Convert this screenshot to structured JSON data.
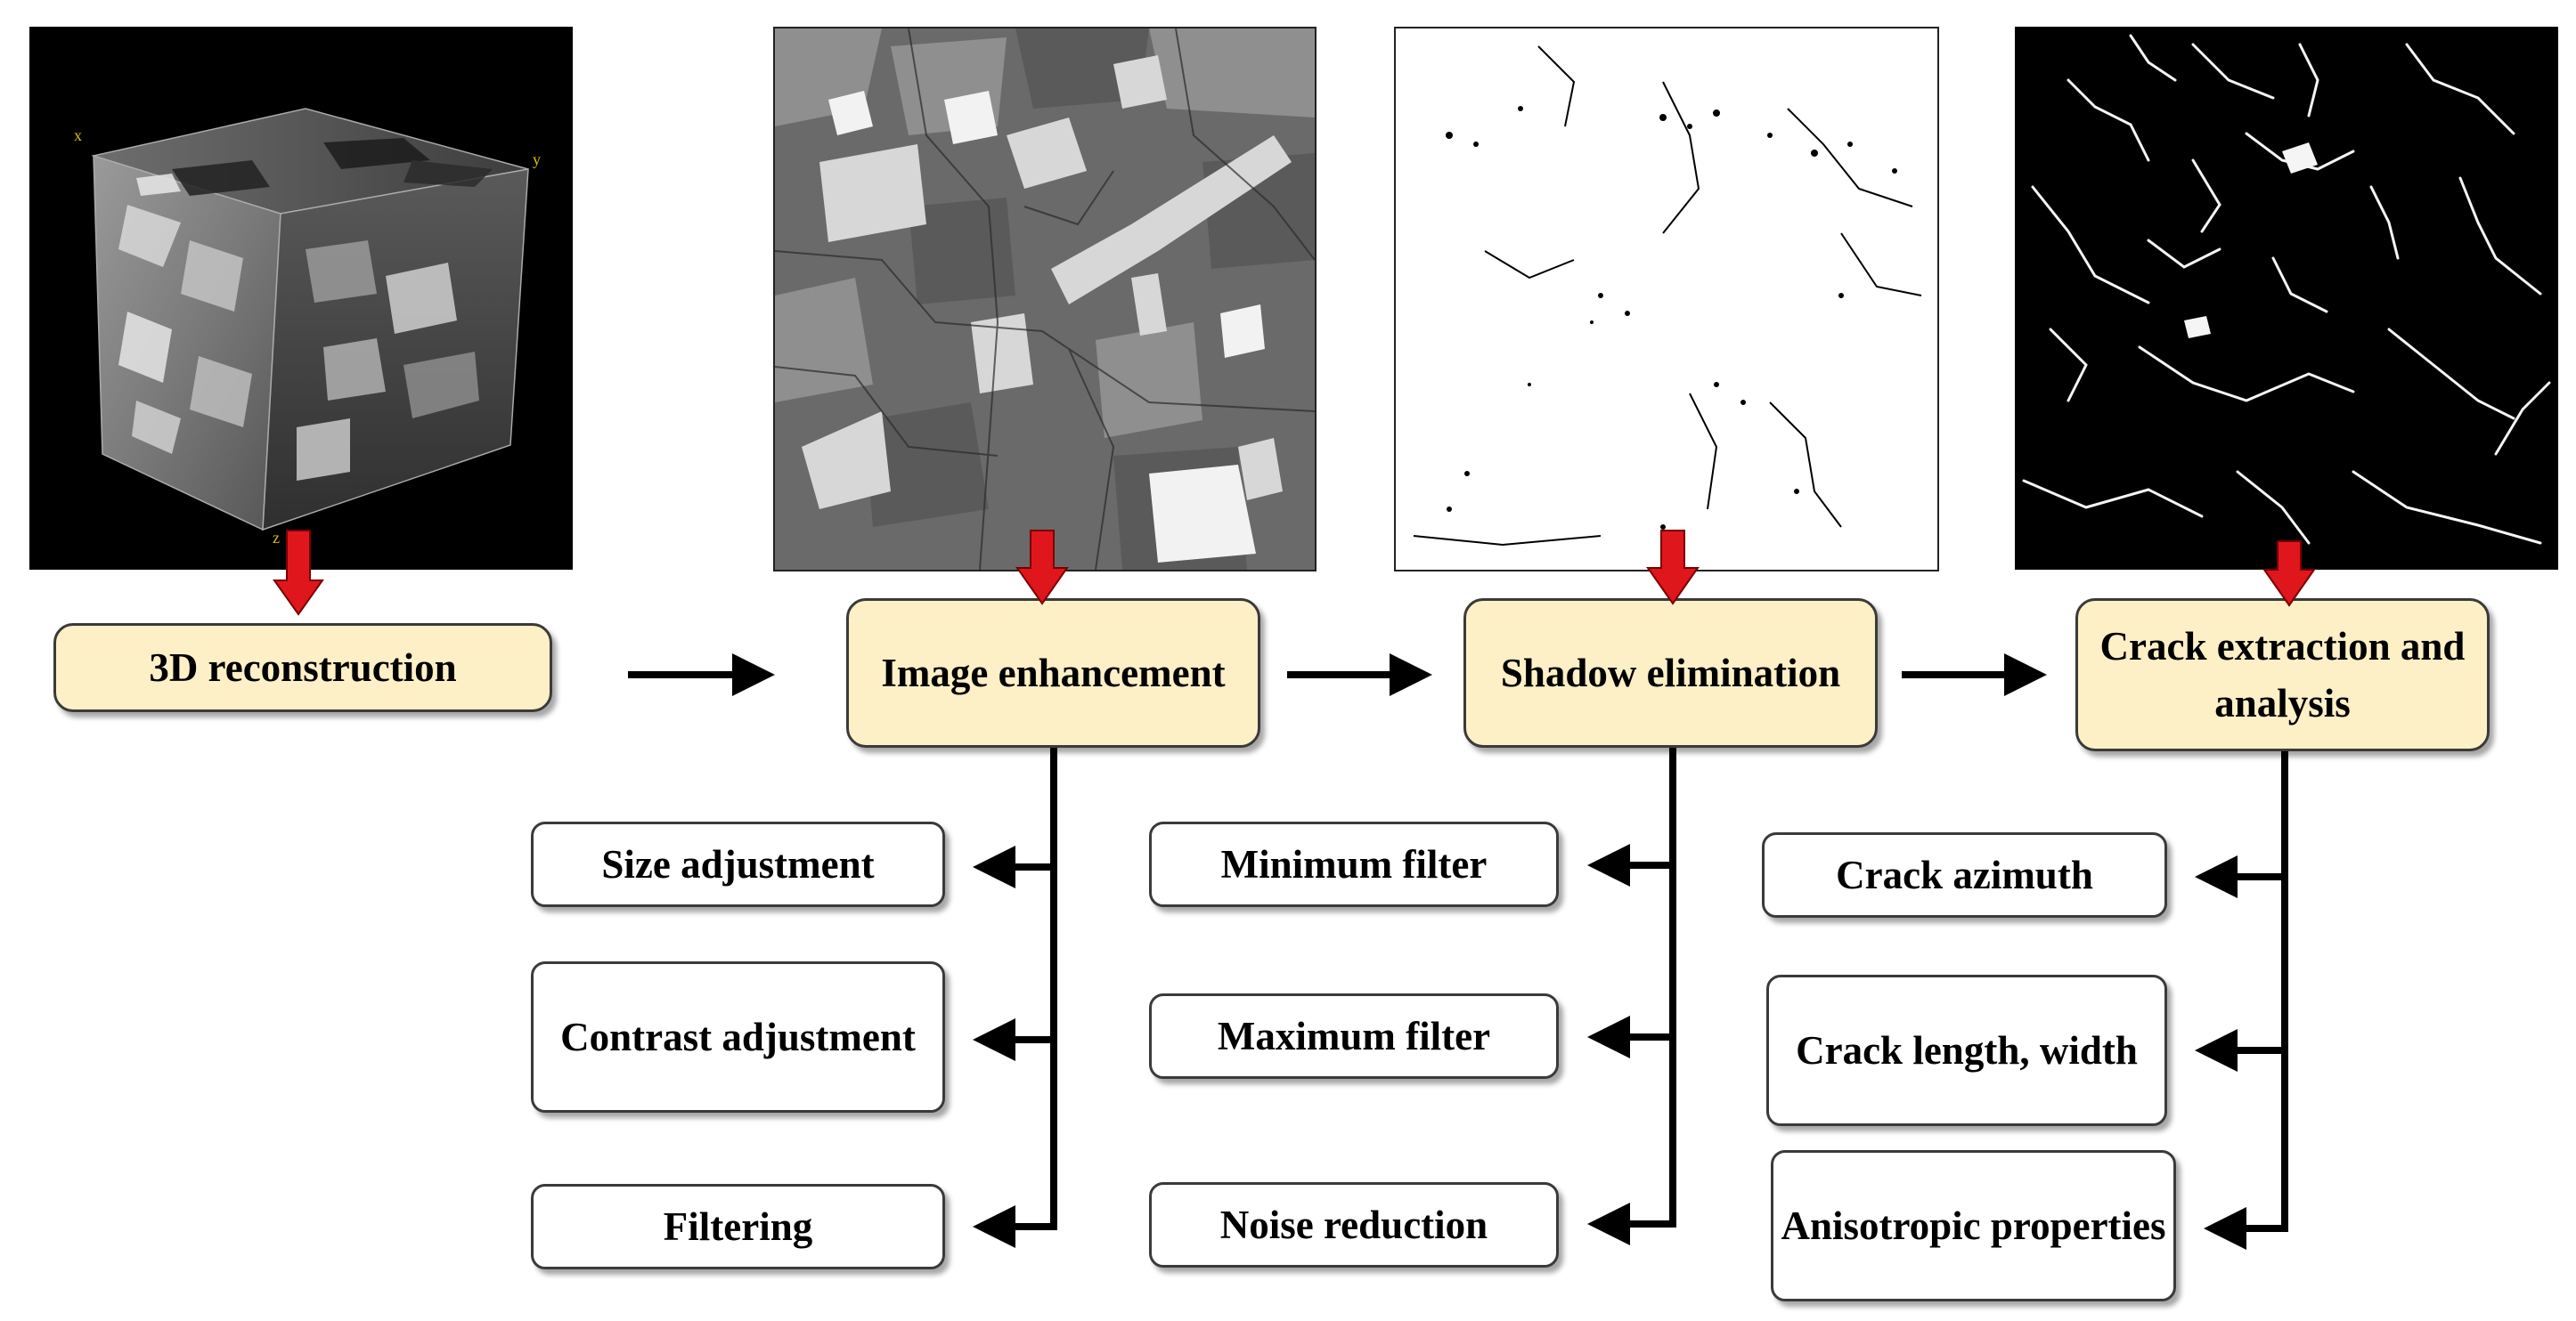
{
  "colors": {
    "stage_fill": "#fdefc6",
    "arrow_red": "#e0161d",
    "line_black": "#000000"
  },
  "stages": [
    {
      "label": "3D reconstruction"
    },
    {
      "label": "Image enhancement"
    },
    {
      "label": "Shadow elimination"
    },
    {
      "label": "Crack extraction and analysis"
    }
  ],
  "enhancement_steps": [
    "Size adjustment",
    "Contrast adjustment",
    "Filtering"
  ],
  "shadow_steps": [
    "Minimum filter",
    "Maximum filter",
    "Noise reduction"
  ],
  "analysis_steps": [
    "Crack azimuth",
    "Crack length, width",
    "Anisotropic properties"
  ],
  "images": [
    {
      "icon": "ct-volume-cube-image"
    },
    {
      "icon": "enhanced-ct-slice-image"
    },
    {
      "icon": "binarized-slice-image"
    },
    {
      "icon": "extracted-crack-network-image"
    }
  ],
  "cube_axes": {
    "x": "x",
    "y": "y",
    "z": "z"
  }
}
